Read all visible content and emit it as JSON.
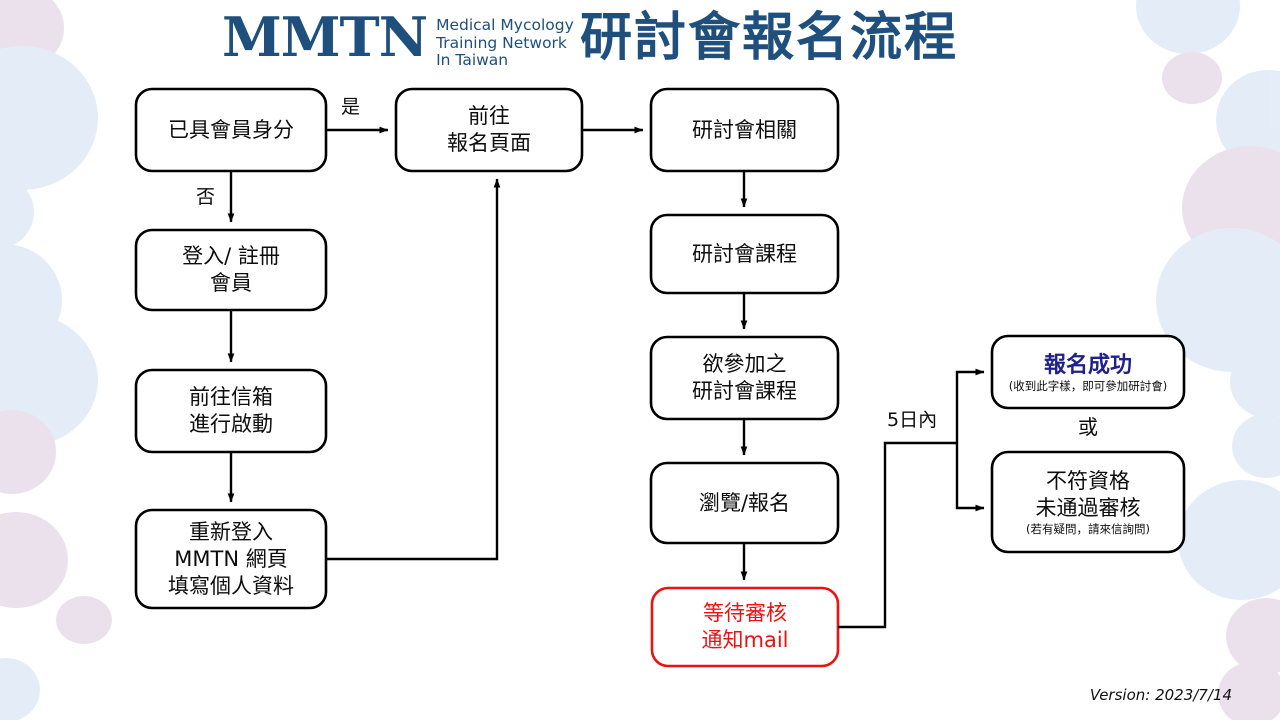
{
  "header": {
    "logo_mark": "MMTN",
    "logo_sub_line1": "Medical Mycology",
    "logo_sub_line2": "Training Network",
    "logo_sub_line3": "In Taiwan",
    "title": "研討會報名流程",
    "brand_color": "#1f4f7d"
  },
  "footer": {
    "version": "Version: 2023/7/14"
  },
  "colors": {
    "box_stroke": "#000000",
    "box_fill": "#ffffff",
    "alert_stroke": "#ee1111",
    "alert_text": "#ee1111",
    "success_text": "#20218a",
    "decor_blue": "#cfe0f2",
    "decor_purple": "#d9c9e0"
  },
  "nodes": {
    "member_check": {
      "line1": "已具會員身分"
    },
    "goto_register": {
      "line1": "前往",
      "line2": "報名頁面"
    },
    "login_signup": {
      "line1": "登入/ 註冊",
      "line2": "會員"
    },
    "mailbox_activate": {
      "line1": "前往信箱",
      "line2": "進行啟動"
    },
    "relogin_profile": {
      "line1": "重新登入",
      "line2": "MMTN 網頁",
      "line3": "填寫個人資料"
    },
    "seminar_info": {
      "line1": "研討會相關"
    },
    "seminar_courses": {
      "line1": "研討會課程"
    },
    "desired_course": {
      "line1": "欲參加之",
      "line2": "研討會課程"
    },
    "browse_apply": {
      "line1": "瀏覽/報名"
    },
    "await_review": {
      "line1": "等待審核",
      "line2": "通知mail"
    },
    "success": {
      "line1": "報名成功",
      "note": "(收到此字樣，即可參加研討會)"
    },
    "rejected": {
      "line1": "不符資格",
      "line2": "未通過審核",
      "note": "(若有疑問，請來信詢問)"
    }
  },
  "edge_labels": {
    "yes": "是",
    "no": "否",
    "within_5_days": "5日內",
    "or": "或"
  },
  "chart_data": {
    "type": "table",
    "title": "研討會報名流程",
    "flow_edges": [
      {
        "from": "member_check",
        "to": "goto_register",
        "label": "是"
      },
      {
        "from": "member_check",
        "to": "login_signup",
        "label": "否"
      },
      {
        "from": "login_signup",
        "to": "mailbox_activate",
        "label": ""
      },
      {
        "from": "mailbox_activate",
        "to": "relogin_profile",
        "label": ""
      },
      {
        "from": "relogin_profile",
        "to": "goto_register",
        "label": ""
      },
      {
        "from": "goto_register",
        "to": "seminar_info",
        "label": ""
      },
      {
        "from": "seminar_info",
        "to": "seminar_courses",
        "label": ""
      },
      {
        "from": "seminar_courses",
        "to": "desired_course",
        "label": ""
      },
      {
        "from": "desired_course",
        "to": "browse_apply",
        "label": ""
      },
      {
        "from": "browse_apply",
        "to": "await_review",
        "label": ""
      },
      {
        "from": "await_review",
        "to": "success",
        "label": "5日內"
      },
      {
        "from": "await_review",
        "to": "rejected",
        "label": "5日內"
      }
    ]
  }
}
